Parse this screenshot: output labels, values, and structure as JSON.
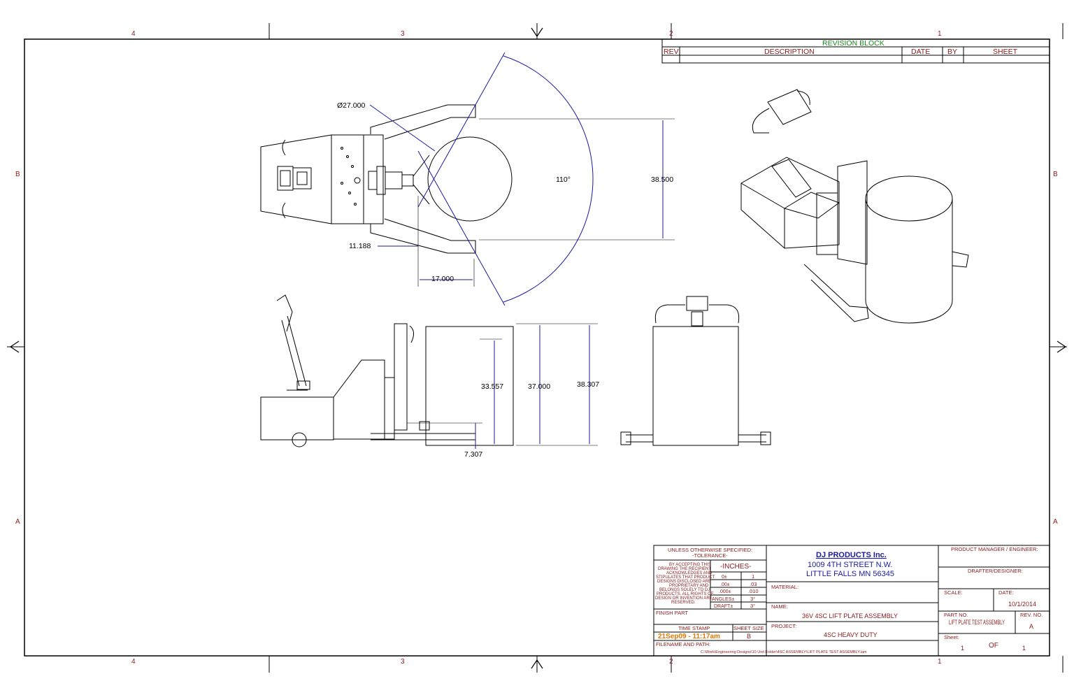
{
  "zones": {
    "columns": [
      "4",
      "3",
      "2",
      "1"
    ],
    "rows": [
      "B",
      "A"
    ]
  },
  "revision_block": {
    "title": "REVISION BLOCK",
    "headers": [
      "REV",
      "DESCRIPTION",
      "DATE",
      "BY",
      "SHEET"
    ]
  },
  "dimensions": {
    "diameter": "Ø27.000",
    "angle": "110°",
    "width": "38.500",
    "offset_a": "11.188",
    "offset_b": "17.000",
    "height_a": "33.557",
    "height_b": "37.000",
    "height_c": "38.307",
    "bottom": "7.307"
  },
  "title_block": {
    "spec_title": "UNLESS OTHERWISE SPECIFIED:",
    "tolerance_label": "-TOLERANCE-",
    "disclaimer": [
      "BY ACCEPTING THIS",
      "DRAWING THE RECIPIENT",
      "ACKNOWLEDGES AND",
      "STIPULATES THAT PRODUCT",
      "DESIGNS DISCLOSED ARE",
      "PROPRIETARY AND",
      "BELONGS SOLELY TO DJ",
      "PRODUCTS. ALL RIGHTS OF",
      "DESIGN OR INVENTION ARE",
      "RESERVED."
    ],
    "units": "-INCHES-",
    "tolerances": [
      {
        "label": "0±",
        "value": "1"
      },
      {
        "label": ".00±",
        "value": ".03"
      },
      {
        "label": ".000±",
        "value": ".010"
      },
      {
        "label": "ANGLES±",
        "value": "3°"
      },
      {
        "label": "DRAFT±",
        "value": "3°"
      }
    ],
    "finish_part": "FINISH PART",
    "time_stamp_label": "TIME STAMP",
    "time_stamp": "21Sep09 - 11:17am",
    "sheet_size_label": "SHEET SIZE",
    "sheet_size": "B",
    "filename_label": "FILENAME AND PATH:",
    "filename": "C:\\Work\\Engineering Designs\\10 Unit Folder\\4SC ASSEMBLY\\LIFT PLATE TEST ASSEMBLY.iam",
    "company": "DJ PRODUCTS Inc.",
    "address1": "1009 4TH STREET N.W.",
    "address2": "LITTLE FALLS MN 56345",
    "material_label": "MATERIAL:",
    "name_label": "NAME:",
    "name": "36V 4SC LIFT PLATE ASSEMBLY",
    "project_label": "PROJECT:",
    "project": "4SC HEAVY DUTY",
    "manager_label": "PRODUCT MANAGER / ENGINEER:",
    "drafter_label": "DRAFTER/DESIGNER:",
    "scale_label": "SCALE:",
    "date_label": "DATE:",
    "date": "10/1/2014",
    "part_no_label": "PART NO.",
    "part_no": "LIFT PLATE TEST ASSEMBLY",
    "rev_no_label": "REV. NO.",
    "rev_no": "A",
    "sheet_label": "Sheet:",
    "sheet_num": "1",
    "of_label": "OF",
    "sheet_total": "1"
  },
  "colors": {
    "border": "#000000",
    "dimension": "#1a1aa0",
    "title_red": "#8b1a1a",
    "revision_green": "#1a8a1a",
    "timestamp_orange": "#e07800"
  }
}
